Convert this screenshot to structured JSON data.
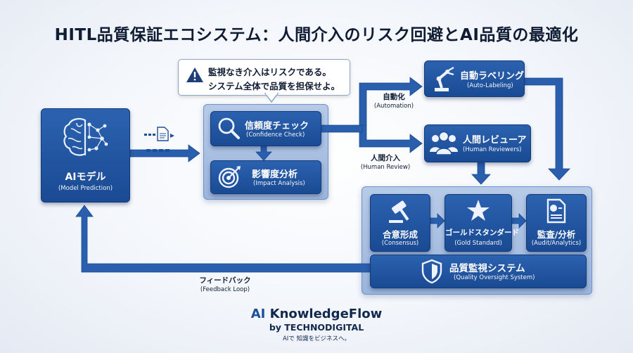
{
  "title": "HITL品質保証エコシステム：人間介入のリスク回避とAI品質の最適化",
  "callout": {
    "line1": "監視なき介入はリスクである。",
    "line2": "システム全体で品質を担保せよ。",
    "icon": "warning-triangle-icon"
  },
  "nodes": {
    "ai_model": {
      "label": "AIモデル",
      "sub": "(Model Prediction)",
      "icon": "brain-network-icon"
    },
    "confidence": {
      "label": "信頼度チェック",
      "sub": "(Confidence Check)",
      "icon": "magnifier-icon"
    },
    "impact": {
      "label": "影響度分析",
      "sub": "(Impact Analysis)",
      "icon": "target-icon"
    },
    "auto_label": {
      "label": "自動ラベリング",
      "sub": "(Auto-Labeling)",
      "icon": "robot-arm-icon"
    },
    "human_rev": {
      "label": "人間レビューア",
      "sub": "(Human Reviewers)",
      "icon": "people-group-icon"
    },
    "consensus": {
      "label": "合意形成",
      "sub": "(Consensus)",
      "icon": "gavel-icon"
    },
    "gold": {
      "label": "ゴールドスタンダード",
      "sub": "(Gold Standard)",
      "icon": "star-icon"
    },
    "audit": {
      "label": "監査/分析",
      "sub": "(Audit/Analytics)",
      "icon": "report-icon"
    },
    "qos": {
      "label": "品質監視システム",
      "sub": "(Quality Oversight System)",
      "icon": "shield-icon"
    }
  },
  "edges": {
    "automation": {
      "label": "自動化",
      "sub": "(Automation)"
    },
    "human_review": {
      "label": "人間介入",
      "sub": "(Human Review)"
    },
    "feedback": {
      "label": "フィードバック",
      "sub": "(Feedback Loop)"
    }
  },
  "brand": {
    "name_prefix": "AI",
    "name_rest": " KnowledgeFlow",
    "by": "by TECHNODIGITAL",
    "tagline": "AIで 知識をビジネスへ。"
  },
  "colors": {
    "primary": "#1d4f9a",
    "panel": "#a9c0e3",
    "arrow": "#2a5fae"
  }
}
